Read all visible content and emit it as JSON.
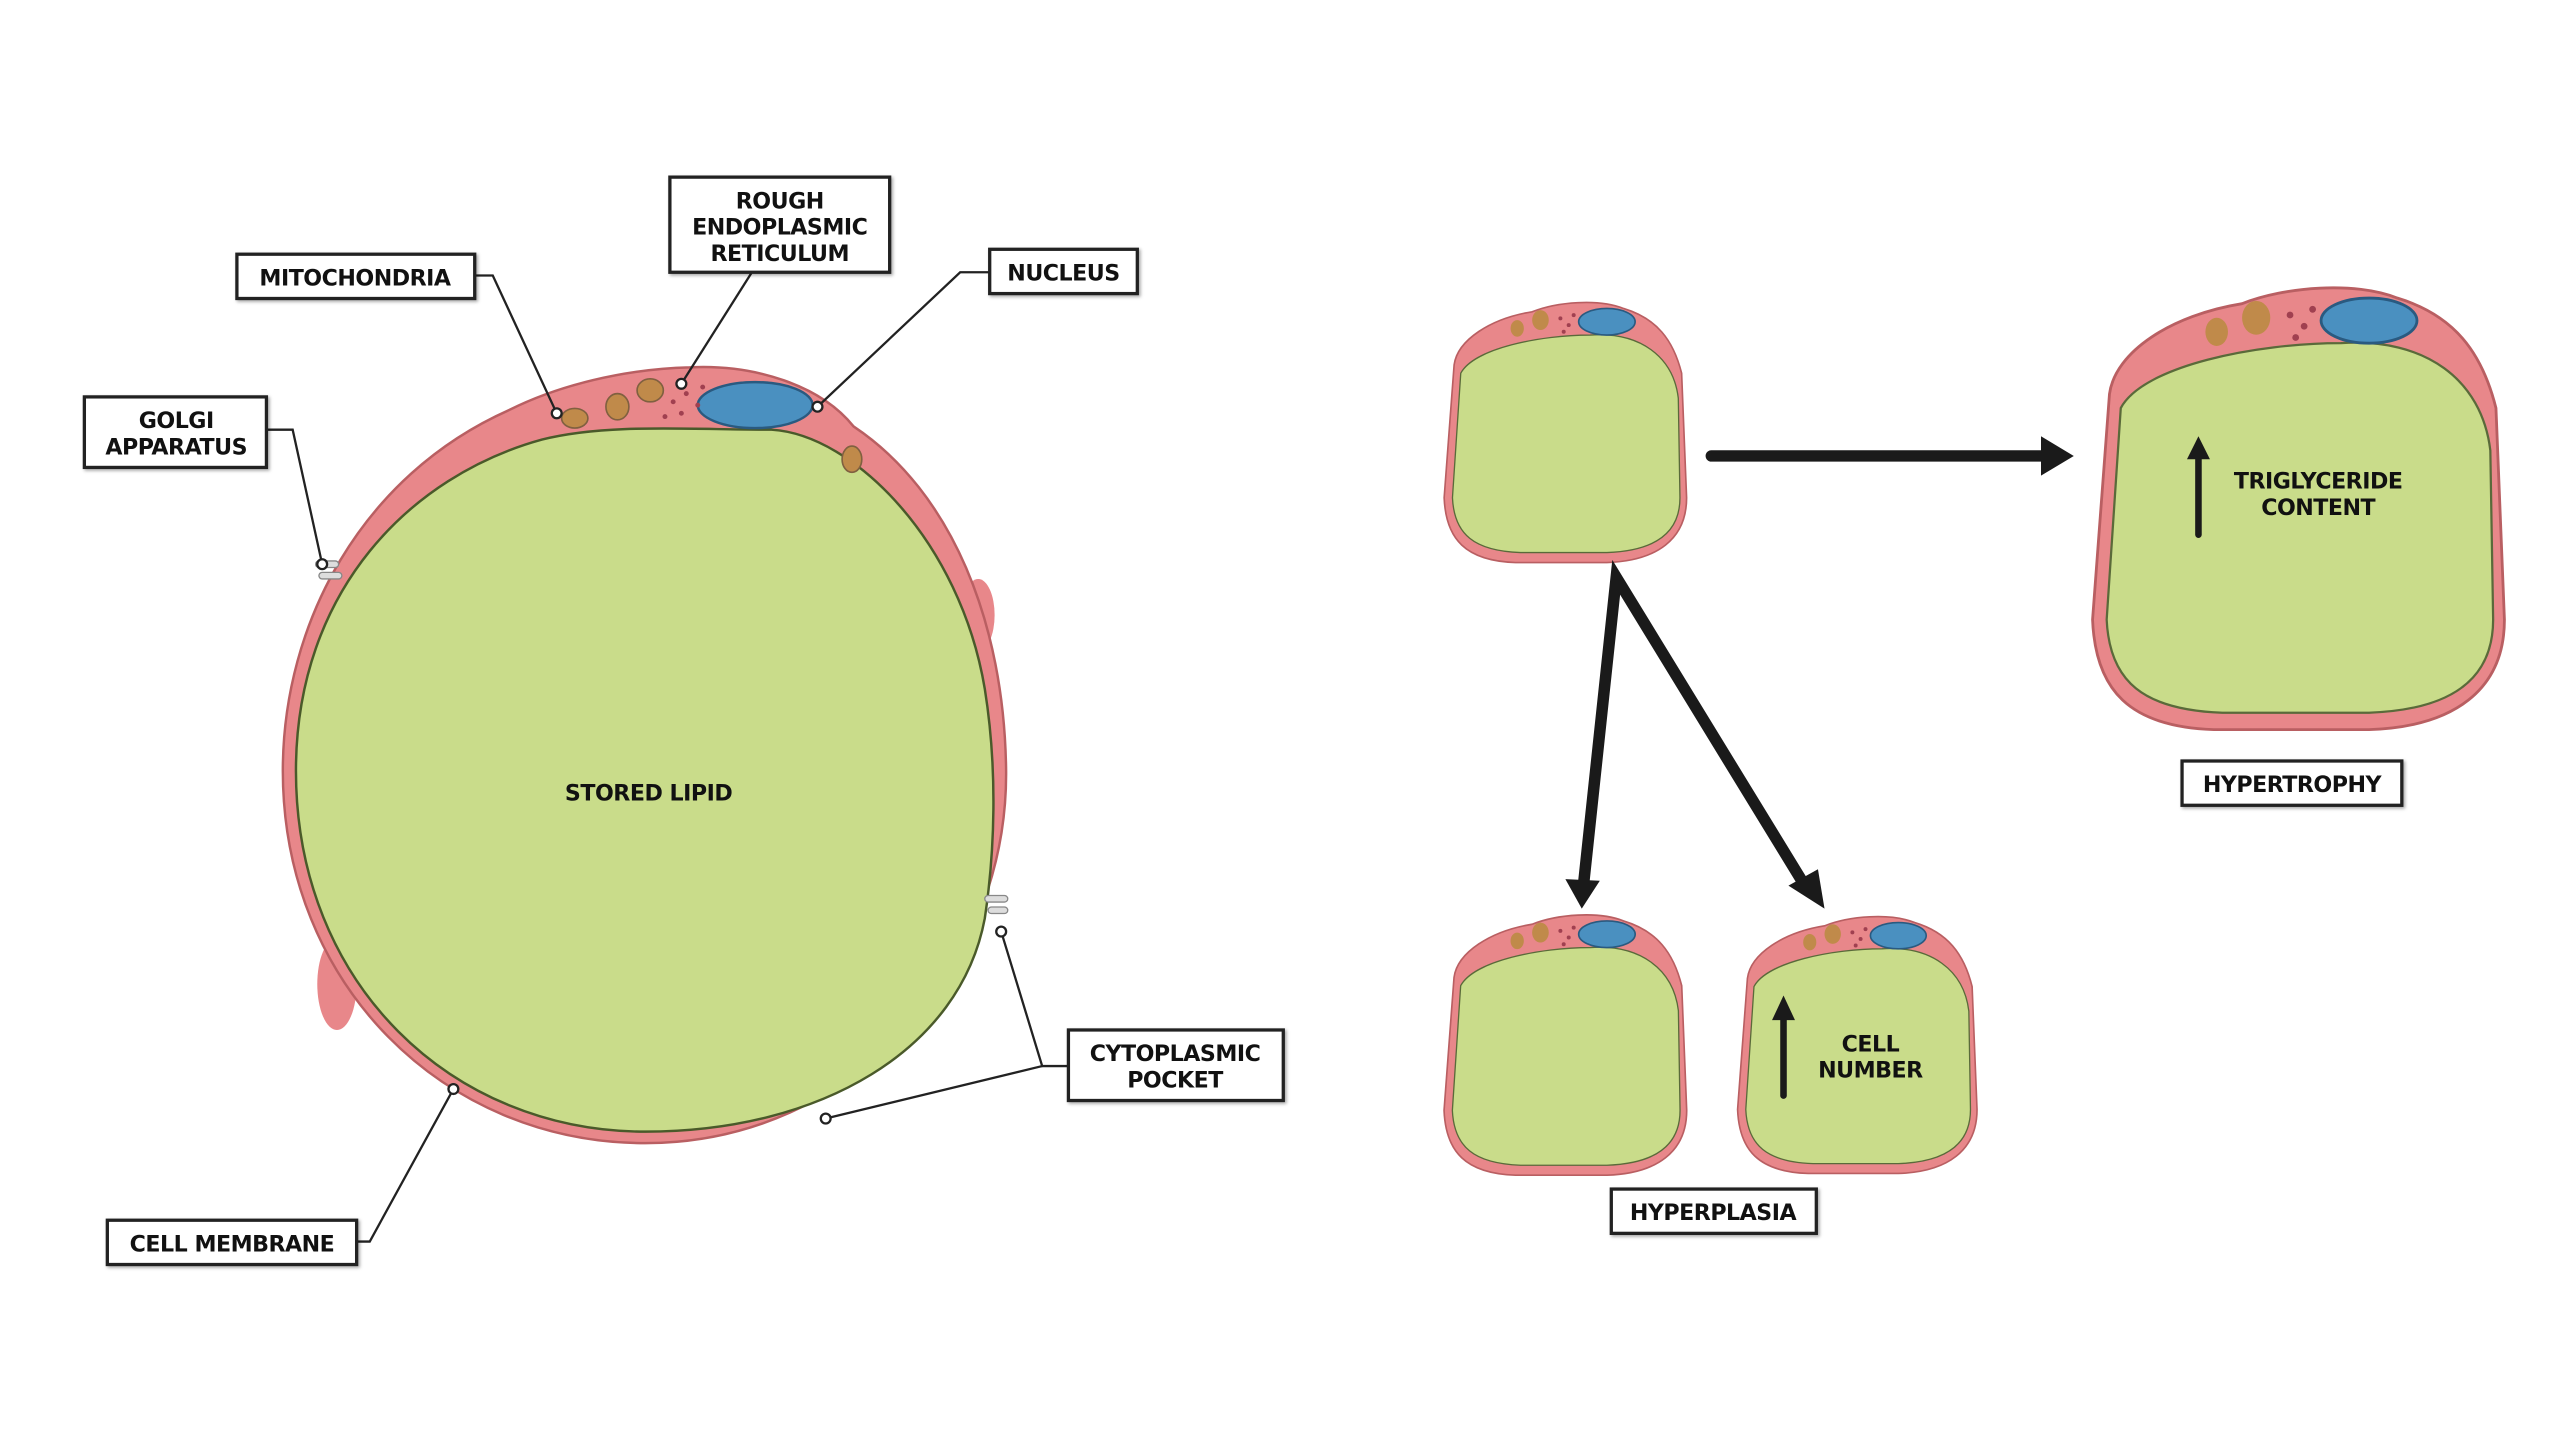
{
  "labels": {
    "mitochondria": "MITOCHONDRIA",
    "rer": [
      "ROUGH",
      "ENDOPLASMIC",
      "RETICULUM"
    ],
    "nucleus": "NUCLEUS",
    "golgi": [
      "GOLGI",
      "APPARATUS"
    ],
    "cell_membrane": "CELL MEMBRANE",
    "cytoplasmic_pocket": [
      "CYTOPLASMIC",
      "POCKET"
    ],
    "stored_lipid": "STORED LIPID"
  },
  "growth": {
    "hypertrophy": "HYPERTROPHY",
    "triglyceride": [
      "TRIGLYCERIDE",
      "CONTENT"
    ],
    "hyperplasia": "HYPERPLASIA",
    "cell_number": [
      "CELL",
      "NUMBER"
    ]
  },
  "colors": {
    "lipid": "#c9dc8a",
    "cytoplasm": "#e8878a",
    "nucleus": "#4a90c0",
    "mito": "#c08a4a"
  }
}
